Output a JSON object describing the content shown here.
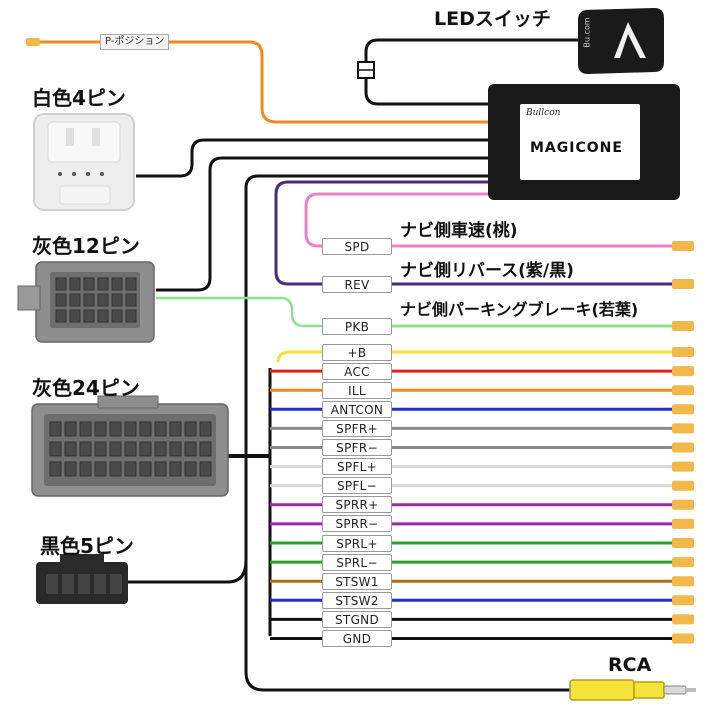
{
  "labels": {
    "led_switch": "LEDスイッチ",
    "white4": "白色4ピン",
    "gray12": "灰色12ピン",
    "gray24": "灰色24ピン",
    "black5": "黒色5ピン",
    "rca": "RCA",
    "p_position": "P-ポジション",
    "box_brand": "Bullcon",
    "box_name": "MAGICONE",
    "switch_logo": "Bu.com"
  },
  "nav_labels": {
    "speed": "ナビ側車速(桃)",
    "reverse": "ナビ側リバース(紫/黒)",
    "parking": "ナビ側パーキングブレーキ(若葉)"
  },
  "colors": {
    "orange": "#f08a1c",
    "pink": "#f07fc8",
    "purple": "#4a2a7a",
    "lightgreen": "#8fe08f",
    "yellow": "#f5e23a",
    "red": "#e02020",
    "blue": "#1f2fd0",
    "gray": "#8a8a8a",
    "white": "#d8d8d8",
    "violet": "#9b2aa8",
    "green": "#2aa02a",
    "brown": "#b0701a",
    "black": "#111111",
    "terminal": "#f2b84a"
  },
  "wires": [
    {
      "tag": "SPD",
      "color": "pink"
    },
    {
      "tag": "REV",
      "color": "purple"
    },
    {
      "tag": "PKB",
      "color": "lightgreen"
    },
    {
      "tag": "+B",
      "color": "yellow"
    },
    {
      "tag": "ACC",
      "color": "red"
    },
    {
      "tag": "ILL",
      "color": "orange"
    },
    {
      "tag": "ANTCON",
      "color": "blue"
    },
    {
      "tag": "SPFR+",
      "color": "gray"
    },
    {
      "tag": "SPFR−",
      "color": "gray"
    },
    {
      "tag": "SPFL+",
      "color": "white"
    },
    {
      "tag": "SPFL−",
      "color": "white"
    },
    {
      "tag": "SPRR+",
      "color": "violet"
    },
    {
      "tag": "SPRR−",
      "color": "violet"
    },
    {
      "tag": "SPRL+",
      "color": "green"
    },
    {
      "tag": "SPRL−",
      "color": "green"
    },
    {
      "tag": "STSW1",
      "color": "brown"
    },
    {
      "tag": "STSW2",
      "color": "blue"
    },
    {
      "tag": "STGND",
      "color": "black"
    },
    {
      "tag": "GND",
      "color": "black"
    }
  ]
}
